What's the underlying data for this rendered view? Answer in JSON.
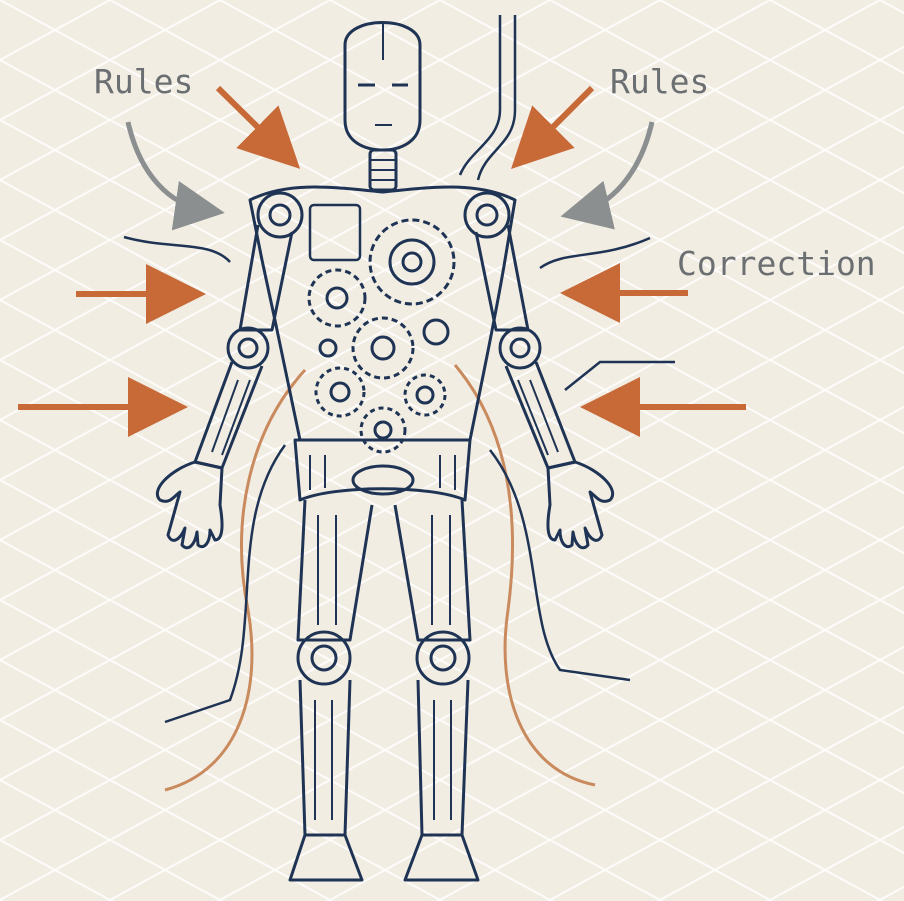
{
  "labels": {
    "rules_left": "Rules",
    "rules_right": "Rules",
    "correction": "Correction"
  },
  "colors": {
    "background": "#f1ede3",
    "grid": "#ffffff",
    "figure_line": "#1f3454",
    "arrow_orange": "#c76a38",
    "arrow_gray": "#8b8f90",
    "wire_orange": "#c98a5d",
    "label_text": "#6b6f71"
  },
  "icons": {
    "figure": "robot-humanoid-schematic",
    "gears": "gear-icon"
  }
}
